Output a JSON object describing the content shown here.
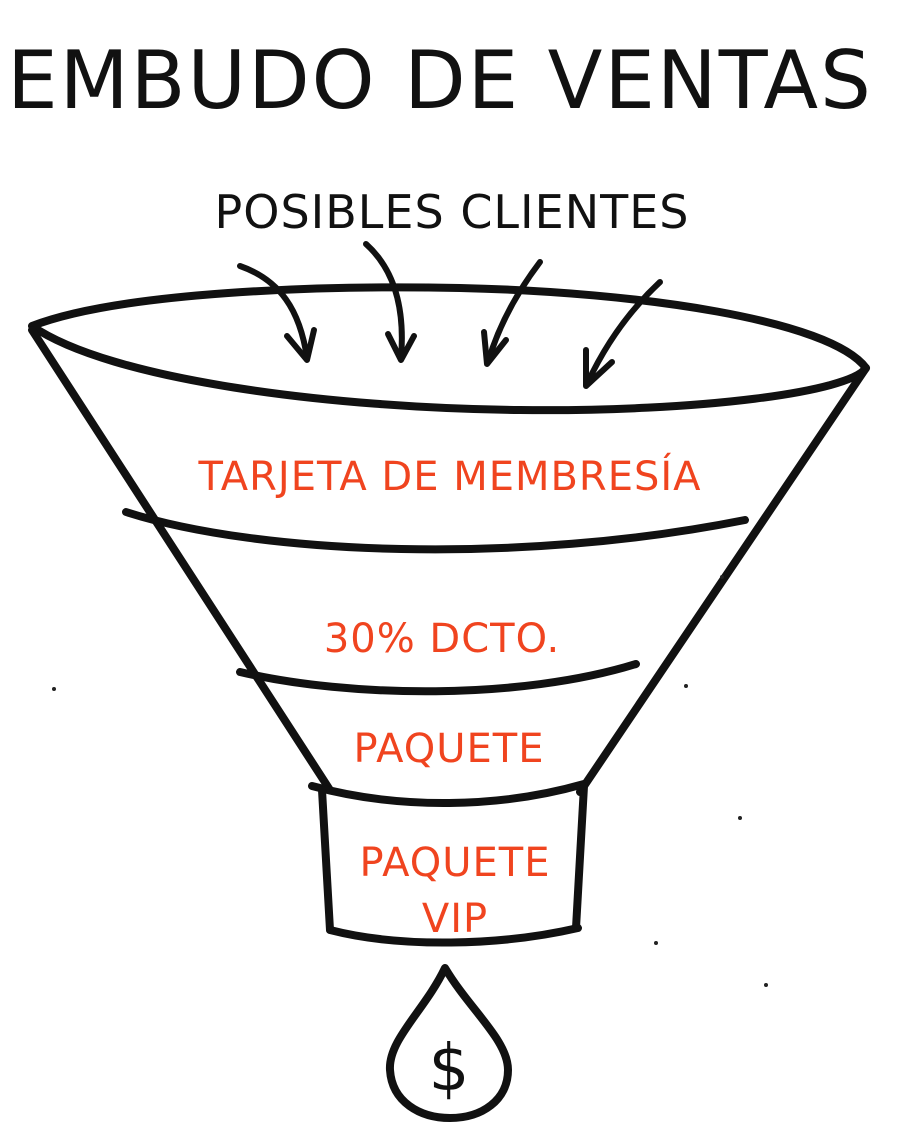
{
  "title": "EMBUDO DE VENTAS",
  "input_label": "POSIBLES CLIENTES",
  "stage_color": "#f0441f",
  "ink_color": "#111111",
  "stages": [
    {
      "label": "TARJETA DE MEMBRESÍA"
    },
    {
      "label": "30% DCTO."
    },
    {
      "label": "PAQUETE"
    },
    {
      "label": "PAQUETE",
      "label2": "VIP"
    }
  ],
  "output_symbol": "$",
  "icons": [
    "arrow-down-icon",
    "funnel-icon",
    "money-drop-icon"
  ]
}
